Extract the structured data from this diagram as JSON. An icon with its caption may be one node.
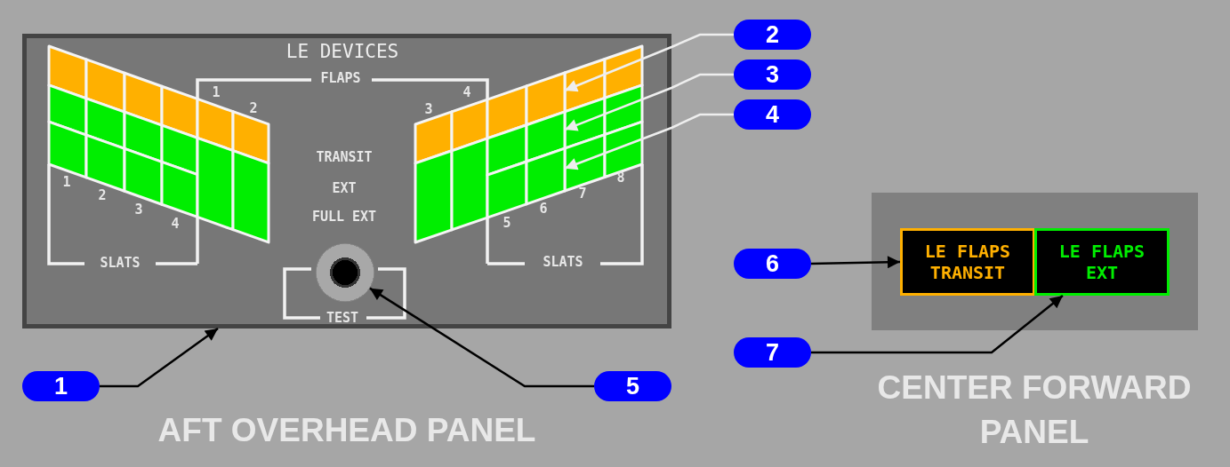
{
  "diagram": {
    "nodes": [
      {
        "text": [
          "LE DEVICES"
        ],
        "beside": [
          "AFT OVERHEAD PANEL"
        ]
      },
      {
        "text": [],
        "shape": "box",
        "in": 0
      },
      {
        "text": [],
        "shape": "box",
        "in": 0
      },
      {
        "text": [],
        "shape": "box",
        "in": 0
      },
      {
        "text": [],
        "shape": "circle",
        "in": 0,
        "beside": [
          "TEST"
        ]
      },
      {
        "text": [],
        "shape": "box",
        "beside": [
          "CENTER FORWARD PANEL"
        ]
      },
      {
        "text": [
          "LE FLAPS TRANSIT"
        ],
        "in": 5
      },
      {
        "text": [
          "LE FLAPS EXT"
        ],
        "in": 5
      },
      {
        "text": [
          "1"
        ]
      },
      {
        "text": [
          "2"
        ]
      },
      {
        "text": [
          "3"
        ]
      },
      {
        "text": [
          "4"
        ]
      },
      {
        "text": [
          "5"
        ]
      },
      {
        "text": [
          "6"
        ]
      },
      {
        "text": [
          "7"
        ]
      }
    ],
    "edges": [
      {
        "from": 8,
        "to": 0,
        "arrow": "to"
      },
      {
        "from": 9,
        "to": 1,
        "arrow": "to",
        "color": "#eeeeee"
      },
      {
        "from": 10,
        "to": 2,
        "arrow": "to",
        "color": "#eeeeee"
      },
      {
        "from": 11,
        "to": 3,
        "arrow": "to",
        "color": "#eeeeee"
      },
      {
        "from": 12,
        "to": 4,
        "arrow": "to"
      },
      {
        "from": 13,
        "to": 6,
        "arrow": "to"
      },
      {
        "from": 14,
        "to": 7,
        "arrow": "to"
      }
    ],
    "labels": [
      "FLAPS",
      "1",
      "2",
      "3",
      "4",
      "TRANSIT",
      "EXT",
      "FULL EXT",
      "1",
      "2",
      "3",
      "4",
      "SLATS",
      "5",
      "6",
      "7",
      "8",
      "SLATS"
    ]
  }
}
